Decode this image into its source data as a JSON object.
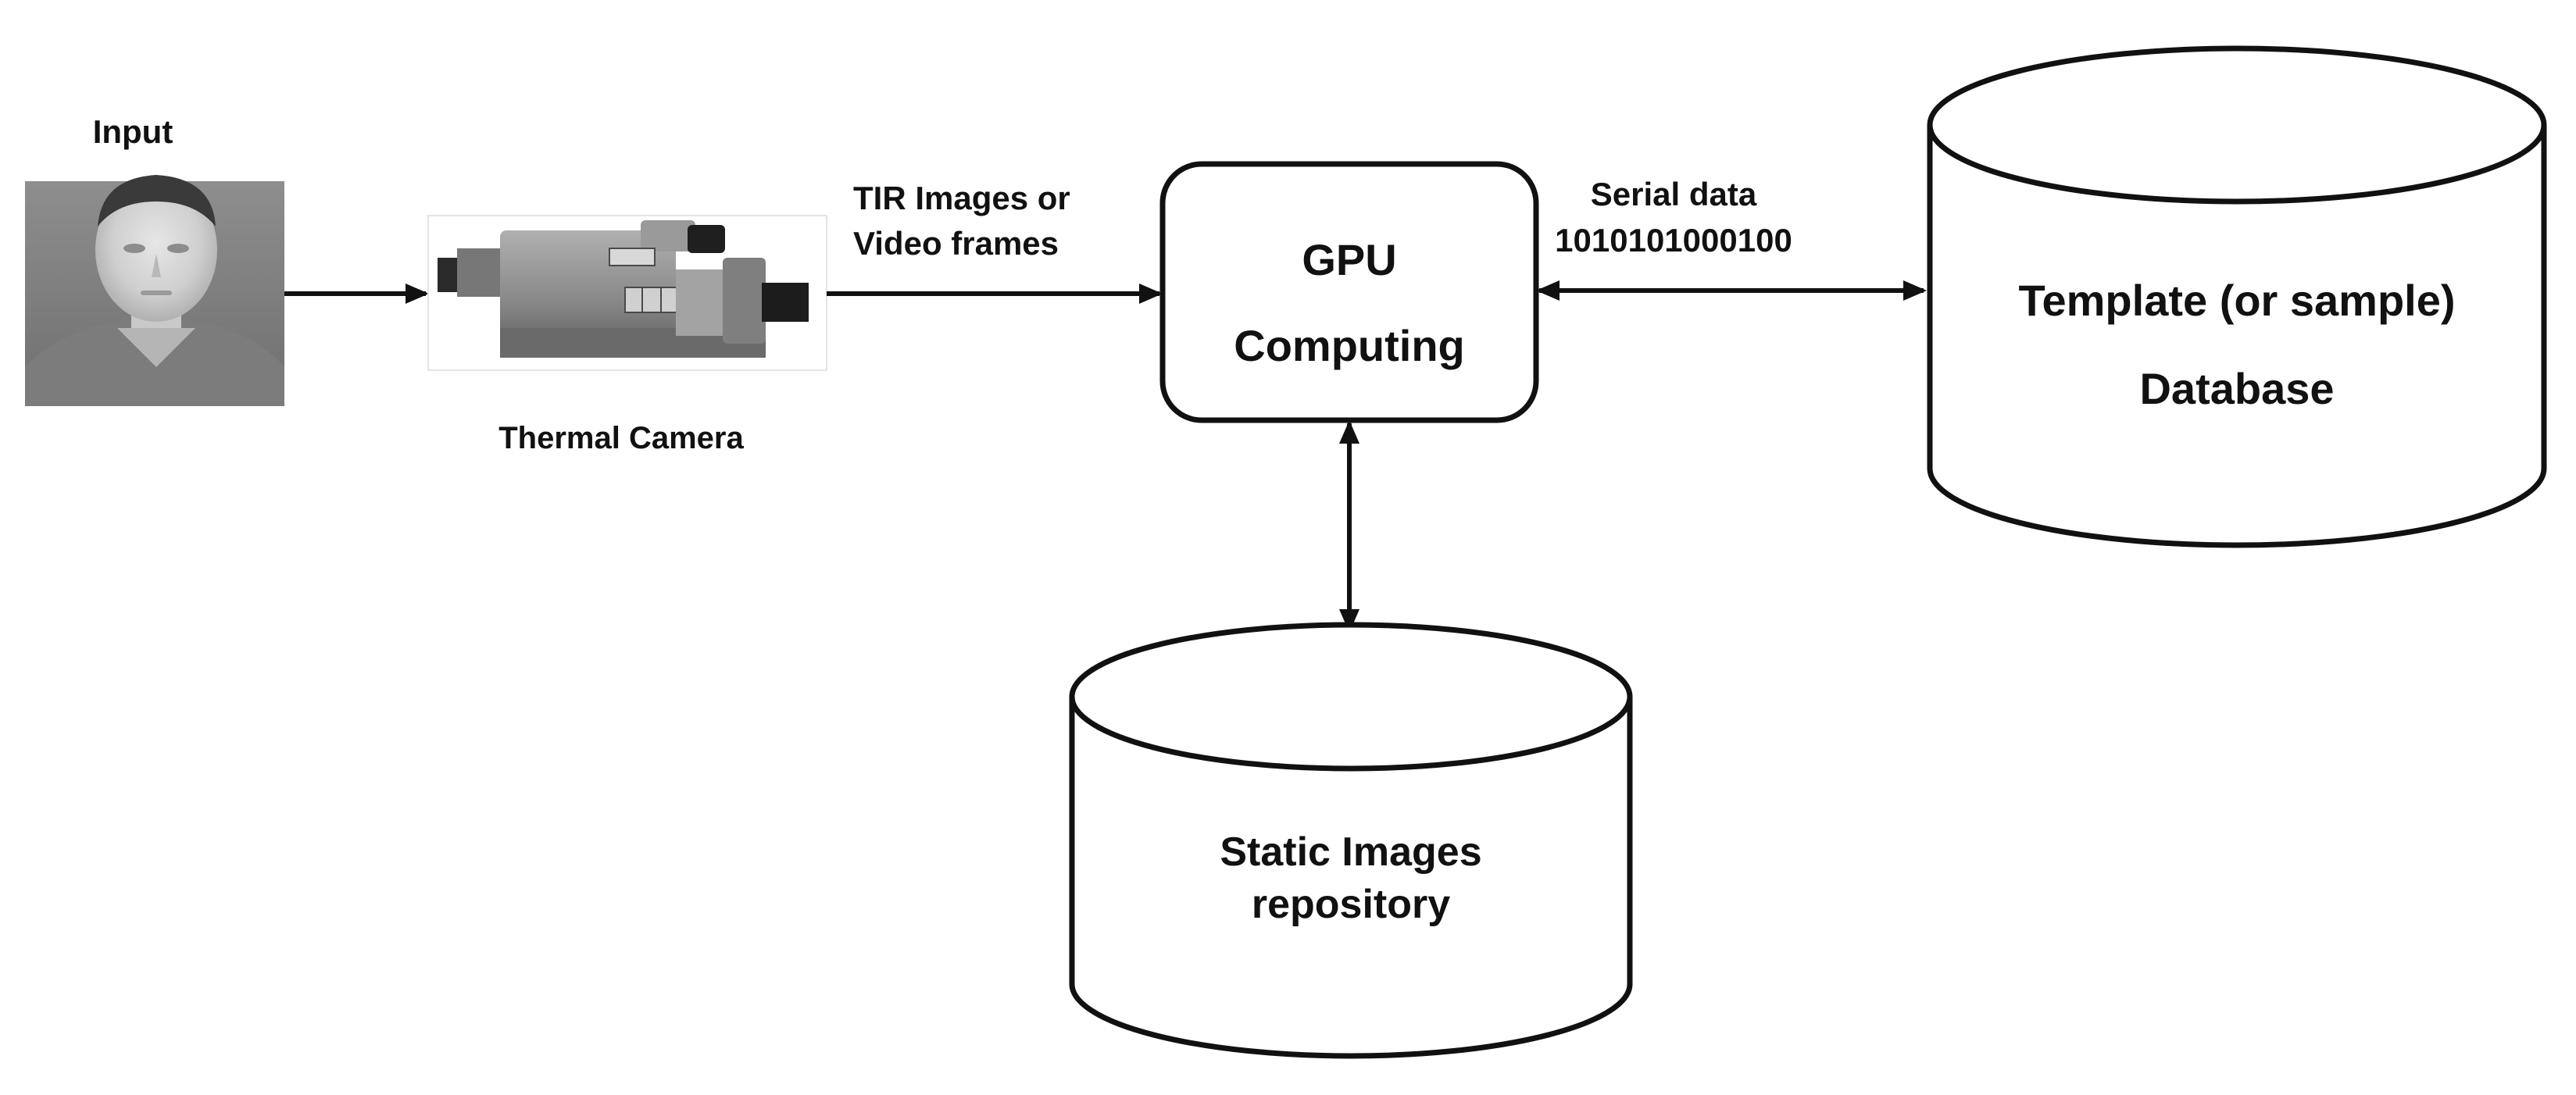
{
  "input": {
    "title": "Input"
  },
  "camera": {
    "caption": "Thermal Camera"
  },
  "link_camera_gpu": {
    "line1": "TIR Images or",
    "line2": "Video frames"
  },
  "gpu": {
    "line1": "GPU",
    "line2": "Computing"
  },
  "link_gpu_db": {
    "line1": "Serial data",
    "line2": "1010101000100"
  },
  "template_db": {
    "line1": "Template (or sample)",
    "line2": "Database"
  },
  "static_repo": {
    "line1": "Static Images",
    "line2": "repository"
  },
  "colors": {
    "stroke": "#111111",
    "background": "#ffffff",
    "camera_body": "#8a8a8a",
    "camera_dark": "#2a2a2a"
  },
  "icons": {
    "thermal_face": "thermal-face-image",
    "camera": "video-camera-icon"
  }
}
